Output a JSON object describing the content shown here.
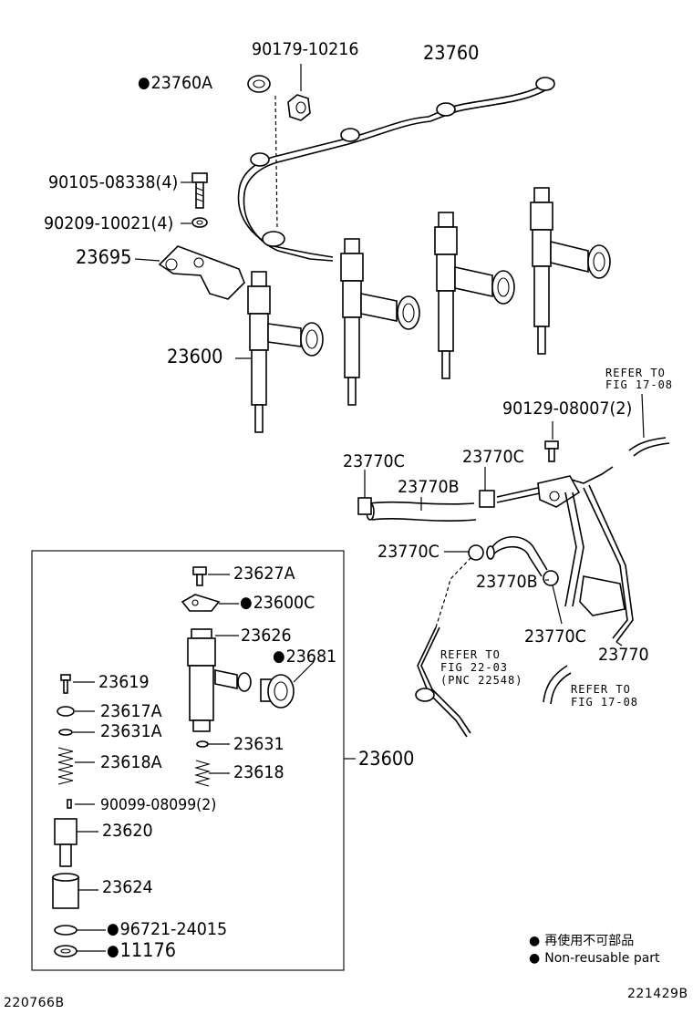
{
  "parts": {
    "p_90179_10216": "90179-10216",
    "p_23760": "23760",
    "p_23760A": "23760A",
    "p_90105_08338": "90105-08338(4)",
    "p_90209_10021": "90209-10021(4)",
    "p_23695": "23695",
    "p_23600_main": "23600",
    "p_90129_08007": "90129-08007(2)",
    "p_23770C_a": "23770C",
    "p_23770C_b": "23770C",
    "p_23770B_a": "23770B",
    "p_23770C_c": "23770C",
    "p_23770B_b": "23770B",
    "p_23770C_d": "23770C",
    "p_23770": "23770",
    "p_23627A": "23627A",
    "p_23600C": "23600C",
    "p_23626": "23626",
    "p_23681": "23681",
    "p_23619": "23619",
    "p_23617A": "23617A",
    "p_23631A": "23631A",
    "p_23631": "23631",
    "p_23618A": "23618A",
    "p_23618": "23618",
    "p_23600_box": "23600",
    "p_90099_08099": "90099-08099(2)",
    "p_23620": "23620",
    "p_23624": "23624",
    "p_96721_24015": "96721-24015",
    "p_11176": "11176"
  },
  "refs": {
    "ref1_line1": "REFER TO",
    "ref1_line2": "FIG 17-08",
    "ref2_line1": "REFER TO",
    "ref2_line2": "FIG 22-03",
    "ref2_line3": "(PNC 22548)",
    "ref3_line1": "REFER TO",
    "ref3_line2": "FIG 17-08"
  },
  "legend": {
    "non_reusable_jp": "再使用不可部品",
    "non_reusable_en": "Non-reusable part"
  },
  "footer": {
    "left_code": "220766B",
    "right_code": "221429B"
  }
}
